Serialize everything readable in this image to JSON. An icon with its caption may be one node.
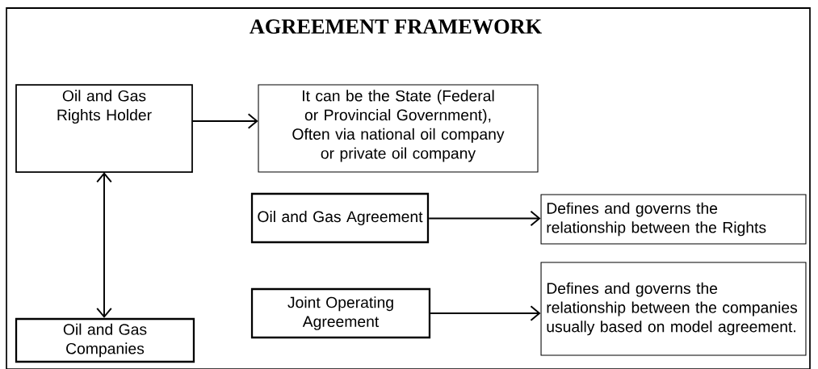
{
  "diagram": {
    "title": "AGREEMENT FRAMEWORK",
    "nodes": [
      {
        "text": [
          "Oil and Gas Rights Holder"
        ]
      },
      {
        "text": [
          "It can be the State (Federal or Provincial Government), Often via national oil company or private oil company"
        ]
      },
      {
        "text": [
          "Oil and Gas Agreement"
        ]
      },
      {
        "text": [
          "Defines and governs the relationship between the Rights"
        ]
      },
      {
        "text": [
          "Oil and Gas Companies"
        ]
      },
      {
        "text": [
          "Joint Operating Agreement"
        ]
      },
      {
        "text": [
          "Defines and governs the relationship between the companies usually based on model agreement."
        ]
      }
    ],
    "edges": [
      {
        "from": 0,
        "to": 1,
        "arrow": "to"
      },
      {
        "from": 0,
        "to": 4,
        "arrow": "both"
      },
      {
        "from": 2,
        "to": 3,
        "arrow": "to"
      },
      {
        "from": 5,
        "to": 6,
        "arrow": "to"
      }
    ]
  }
}
